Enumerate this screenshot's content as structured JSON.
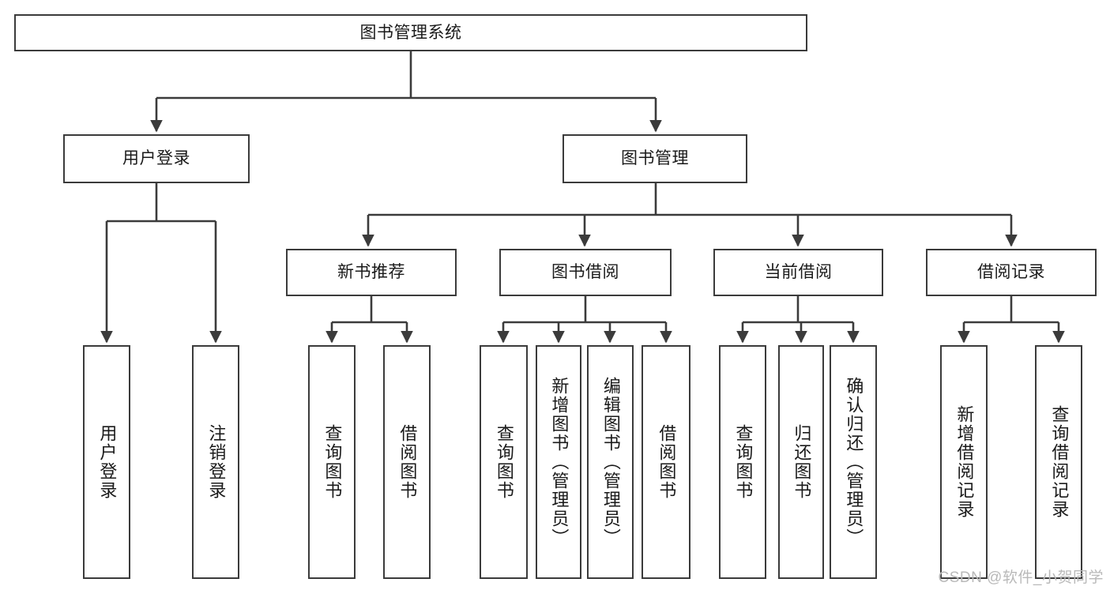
{
  "diagram": {
    "title": "图书管理系统",
    "type": "tree",
    "background_color": "#ffffff",
    "line_color": "#3b3b3b",
    "text_color": "#1a1a1a"
  },
  "root": {
    "label": "图书管理系统"
  },
  "level2": [
    {
      "label": "用户登录"
    },
    {
      "label": "图书管理"
    }
  ],
  "level3": [
    {
      "label": "新书推荐"
    },
    {
      "label": "图书借阅"
    },
    {
      "label": "当前借阅"
    },
    {
      "label": "借阅记录"
    }
  ],
  "leaves": {
    "user_login": [
      {
        "label": "用户登录"
      },
      {
        "label": "注销登录"
      }
    ],
    "new_book_recommend": [
      {
        "label": "查询图书"
      },
      {
        "label": "借阅图书"
      }
    ],
    "book_borrow": [
      {
        "label": "查询图书"
      },
      {
        "label": "新增图书（管理员）"
      },
      {
        "label": "编辑图书（管理员）"
      },
      {
        "label": "借阅图书"
      }
    ],
    "current_borrow": [
      {
        "label": "查询图书"
      },
      {
        "label": "归还图书"
      },
      {
        "label": "确认归还（管理员）"
      }
    ],
    "borrow_record": [
      {
        "label": "新增借阅记录"
      },
      {
        "label": "查询借阅记录"
      }
    ]
  },
  "watermark": {
    "text": "CSDN @软件_小贺同学",
    "color": "#b9b9b9"
  }
}
